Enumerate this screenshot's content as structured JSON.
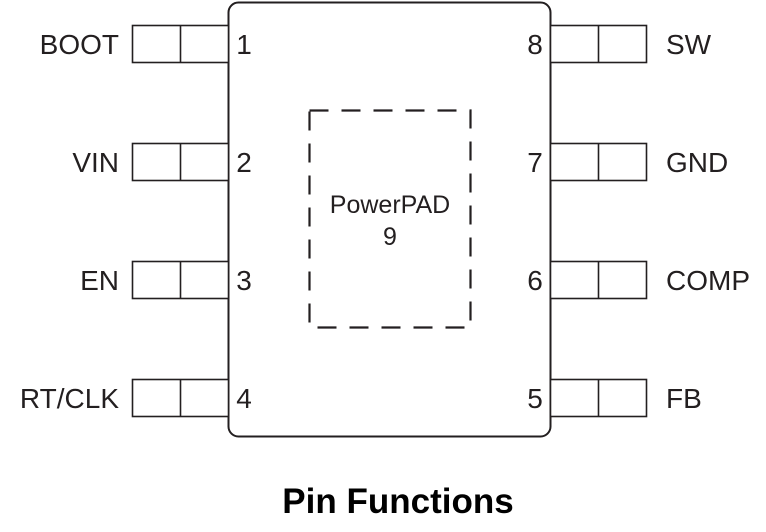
{
  "diagram": {
    "title": "Pin Functions",
    "package_body": "8-pin package with exposed thermal pad",
    "thermal_pad": {
      "name": "PowerPAD",
      "number": "9"
    },
    "pins_left": [
      {
        "number": "1",
        "name": "BOOT"
      },
      {
        "number": "2",
        "name": "VIN"
      },
      {
        "number": "3",
        "name": "EN"
      },
      {
        "number": "4",
        "name": "RT/CLK"
      }
    ],
    "pins_right": [
      {
        "number": "8",
        "name": "SW"
      },
      {
        "number": "7",
        "name": "GND"
      },
      {
        "number": "6",
        "name": "COMP"
      },
      {
        "number": "5",
        "name": "FB"
      }
    ],
    "colors": {
      "line": "#231f20",
      "text": "#231f20",
      "title": "#000000",
      "background": "#ffffff"
    }
  }
}
